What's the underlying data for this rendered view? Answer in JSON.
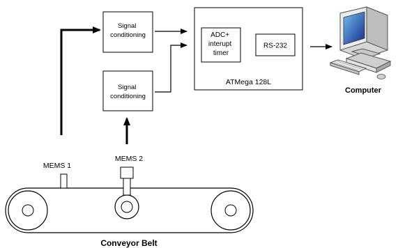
{
  "blocks": {
    "signal_conditioning_top": "Signal\nconditioning",
    "signal_conditioning_bottom": "Signal\nconditioning",
    "adc": "ADC+\ninterupt\ntimer",
    "rs232": "RS-232",
    "mcu": "ATMega 128L"
  },
  "labels": {
    "computer": "Computer",
    "mems1": "MEMS 1",
    "mems2": "MEMS 2",
    "conveyor": "Conveyor Belt"
  },
  "colors": {
    "stroke": "#000000",
    "monitor_body": "#d8d8d8",
    "screen": "#1a2a8a",
    "screen_glow": "#5fb0e8"
  }
}
